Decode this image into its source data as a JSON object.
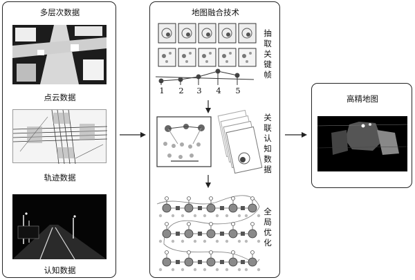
{
  "left_panel": {
    "items": [
      {
        "label": "多层次数据"
      },
      {
        "label": "点云数据"
      },
      {
        "label": "轨迹数据"
      },
      {
        "label": "认知数据"
      }
    ]
  },
  "middle_panel": {
    "title": "地图融合技术",
    "step1_label": "抽取关键帧",
    "step2_label": "关联认知数据",
    "step3_label": "全局优化",
    "keyframe_numbers": [
      "1",
      "2",
      "3",
      "4",
      "5"
    ]
  },
  "right_panel": {
    "title": "高精地图"
  },
  "colors": {
    "border": "#222222",
    "node_gray": "#8a8a8a",
    "node_dark": "#555555"
  }
}
